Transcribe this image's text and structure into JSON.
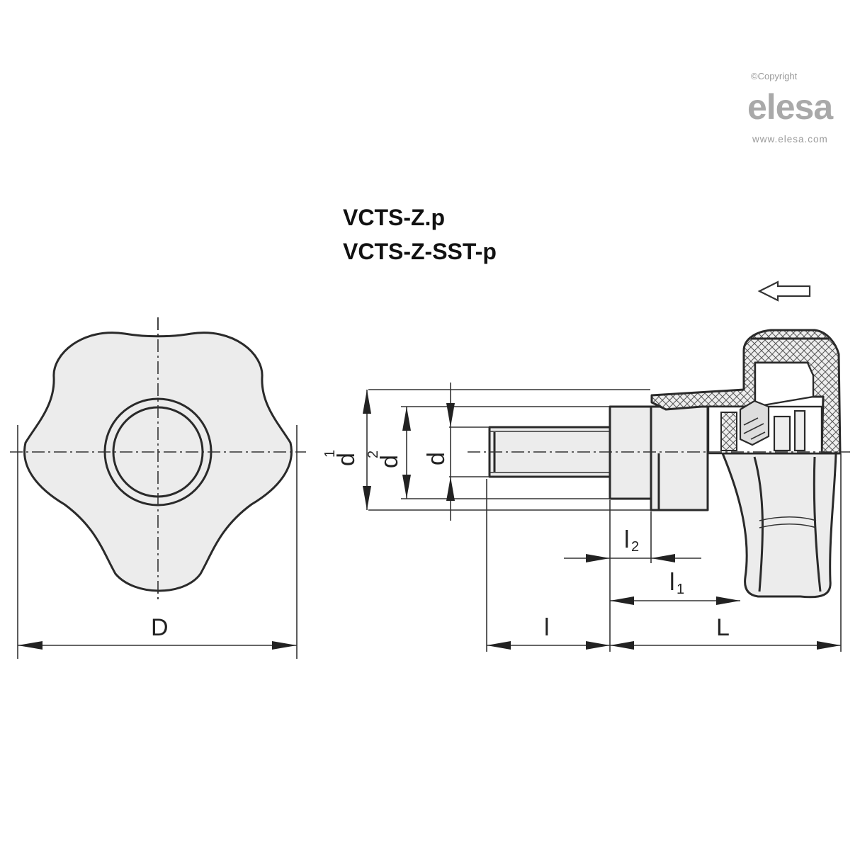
{
  "logo": {
    "copyright": "©Copyright",
    "brand": "elesa",
    "url": "www.elesa.com"
  },
  "title": {
    "line1": "VCTS-Z.p",
    "line2": "VCTS-Z-SST-p"
  },
  "dimensions": {
    "D": "D",
    "d1": "d",
    "d1_sub": "1",
    "d2": "d",
    "d2_sub": "2",
    "d": "d",
    "l": "l",
    "l1": "l",
    "l1_sub": "1",
    "l2": "l",
    "l2_sub": "2",
    "L": "L"
  },
  "icons": {
    "direction": "hollow-arrow-left-icon"
  }
}
